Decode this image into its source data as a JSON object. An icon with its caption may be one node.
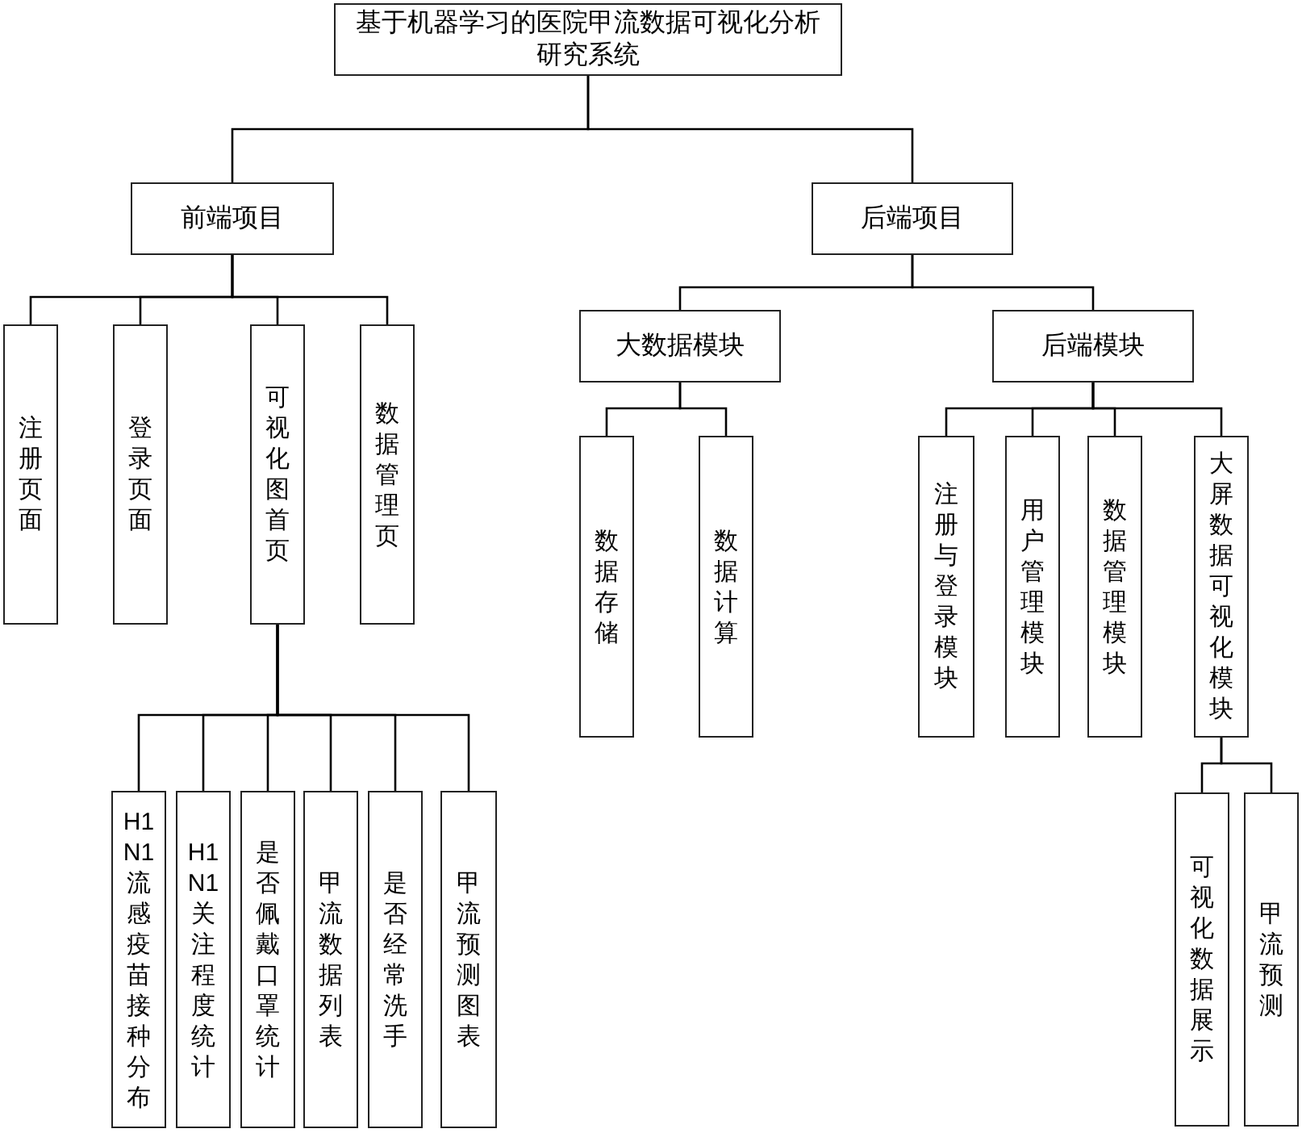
{
  "diagram": {
    "nodes": [
      {
        "text": [
          "基于机器学习的医院甲流数据可视化分析研究系统"
        ]
      },
      {
        "text": [
          "前端项目"
        ]
      },
      {
        "text": [
          "注册页面"
        ]
      },
      {
        "text": [
          "登录页面"
        ]
      },
      {
        "text": [
          "可视化图首页"
        ]
      },
      {
        "text": [
          "H1N1流感疫苗接种分布"
        ]
      },
      {
        "text": [
          "H1N1关注程度统计"
        ]
      },
      {
        "text": [
          "是否佩戴口罩统计"
        ]
      },
      {
        "text": [
          "甲流数据列表"
        ]
      },
      {
        "text": [
          "是否经常洗手"
        ]
      },
      {
        "text": [
          "甲流预测图表"
        ]
      },
      {
        "text": [
          "数据管理页"
        ]
      },
      {
        "text": [
          "后端项目"
        ]
      },
      {
        "text": [
          "大数据模块"
        ]
      },
      {
        "text": [
          "数据存储"
        ]
      },
      {
        "text": [
          "数据计算"
        ]
      },
      {
        "text": [
          "后端模块"
        ]
      },
      {
        "text": [
          "注册与登录模块"
        ]
      },
      {
        "text": [
          "用户管理模块"
        ]
      },
      {
        "text": [
          "数据管理模块"
        ]
      },
      {
        "text": [
          "大屏数据可视化模块"
        ]
      },
      {
        "text": [
          "可视化数据展示"
        ]
      },
      {
        "text": [
          "甲流预测"
        ]
      }
    ],
    "edges": [
      {
        "from": 0,
        "to": 1,
        "arrow": "none"
      },
      {
        "from": 0,
        "to": 12,
        "arrow": "none"
      },
      {
        "from": 1,
        "to": 2,
        "arrow": "none"
      },
      {
        "from": 1,
        "to": 3,
        "arrow": "none"
      },
      {
        "from": 1,
        "to": 4,
        "arrow": "none"
      },
      {
        "from": 1,
        "to": 11,
        "arrow": "none"
      },
      {
        "from": 4,
        "to": 5,
        "arrow": "none"
      },
      {
        "from": 4,
        "to": 6,
        "arrow": "none"
      },
      {
        "from": 4,
        "to": 7,
        "arrow": "none"
      },
      {
        "from": 4,
        "to": 8,
        "arrow": "none"
      },
      {
        "from": 4,
        "to": 9,
        "arrow": "none"
      },
      {
        "from": 4,
        "to": 10,
        "arrow": "none"
      },
      {
        "from": 12,
        "to": 13,
        "arrow": "none"
      },
      {
        "from": 12,
        "to": 16,
        "arrow": "none"
      },
      {
        "from": 13,
        "to": 14,
        "arrow": "none"
      },
      {
        "from": 13,
        "to": 15,
        "arrow": "none"
      },
      {
        "from": 16,
        "to": 17,
        "arrow": "none"
      },
      {
        "from": 16,
        "to": 18,
        "arrow": "none"
      },
      {
        "from": 16,
        "to": 19,
        "arrow": "none"
      },
      {
        "from": 16,
        "to": 20,
        "arrow": "none"
      },
      {
        "from": 20,
        "to": 21,
        "arrow": "none"
      },
      {
        "from": 20,
        "to": 22,
        "arrow": "none"
      }
    ]
  }
}
